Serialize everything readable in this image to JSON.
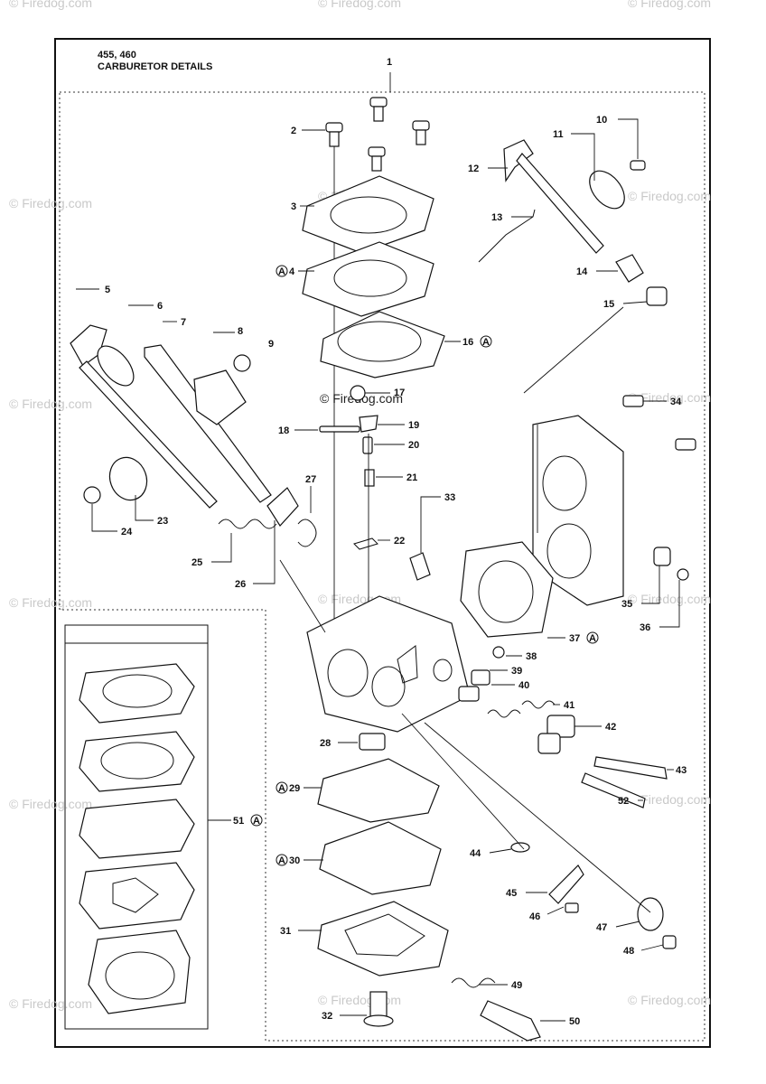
{
  "header": {
    "model": "455, 460",
    "title": "CARBURETOR DETAILS"
  },
  "watermark": "© Firedog.com",
  "assembly_badge": "A",
  "callouts": [
    {
      "id": "c1",
      "num": "1"
    },
    {
      "id": "c2",
      "num": "2"
    },
    {
      "id": "c3",
      "num": "3"
    },
    {
      "id": "c4",
      "num": "4",
      "badge": true
    },
    {
      "id": "c5",
      "num": "5"
    },
    {
      "id": "c6",
      "num": "6"
    },
    {
      "id": "c7",
      "num": "7"
    },
    {
      "id": "c8",
      "num": "8"
    },
    {
      "id": "c9",
      "num": "9"
    },
    {
      "id": "c10",
      "num": "10"
    },
    {
      "id": "c11",
      "num": "11"
    },
    {
      "id": "c12",
      "num": "12"
    },
    {
      "id": "c13",
      "num": "13"
    },
    {
      "id": "c14",
      "num": "14"
    },
    {
      "id": "c15",
      "num": "15"
    },
    {
      "id": "c16",
      "num": "16",
      "badge": true
    },
    {
      "id": "c17",
      "num": "17"
    },
    {
      "id": "c18",
      "num": "18"
    },
    {
      "id": "c19",
      "num": "19"
    },
    {
      "id": "c20",
      "num": "20"
    },
    {
      "id": "c21",
      "num": "21"
    },
    {
      "id": "c22",
      "num": "22"
    },
    {
      "id": "c23",
      "num": "23"
    },
    {
      "id": "c24",
      "num": "24"
    },
    {
      "id": "c25",
      "num": "25"
    },
    {
      "id": "c26",
      "num": "26"
    },
    {
      "id": "c27",
      "num": "27"
    },
    {
      "id": "c28",
      "num": "28"
    },
    {
      "id": "c29",
      "num": "29",
      "badge": true
    },
    {
      "id": "c30",
      "num": "30",
      "badge": true
    },
    {
      "id": "c31",
      "num": "31"
    },
    {
      "id": "c32",
      "num": "32"
    },
    {
      "id": "c33",
      "num": "33"
    },
    {
      "id": "c34",
      "num": "34"
    },
    {
      "id": "c35",
      "num": "35"
    },
    {
      "id": "c36",
      "num": "36"
    },
    {
      "id": "c37",
      "num": "37",
      "badge": true
    },
    {
      "id": "c38",
      "num": "38"
    },
    {
      "id": "c39",
      "num": "39"
    },
    {
      "id": "c40",
      "num": "40"
    },
    {
      "id": "c41",
      "num": "41"
    },
    {
      "id": "c42",
      "num": "42"
    },
    {
      "id": "c43",
      "num": "43"
    },
    {
      "id": "c44",
      "num": "44"
    },
    {
      "id": "c45",
      "num": "45"
    },
    {
      "id": "c46",
      "num": "46"
    },
    {
      "id": "c47",
      "num": "47"
    },
    {
      "id": "c48",
      "num": "48"
    },
    {
      "id": "c49",
      "num": "49"
    },
    {
      "id": "c50",
      "num": "50"
    },
    {
      "id": "c51",
      "num": "51",
      "badge": true
    },
    {
      "id": "c52",
      "num": "52"
    }
  ]
}
